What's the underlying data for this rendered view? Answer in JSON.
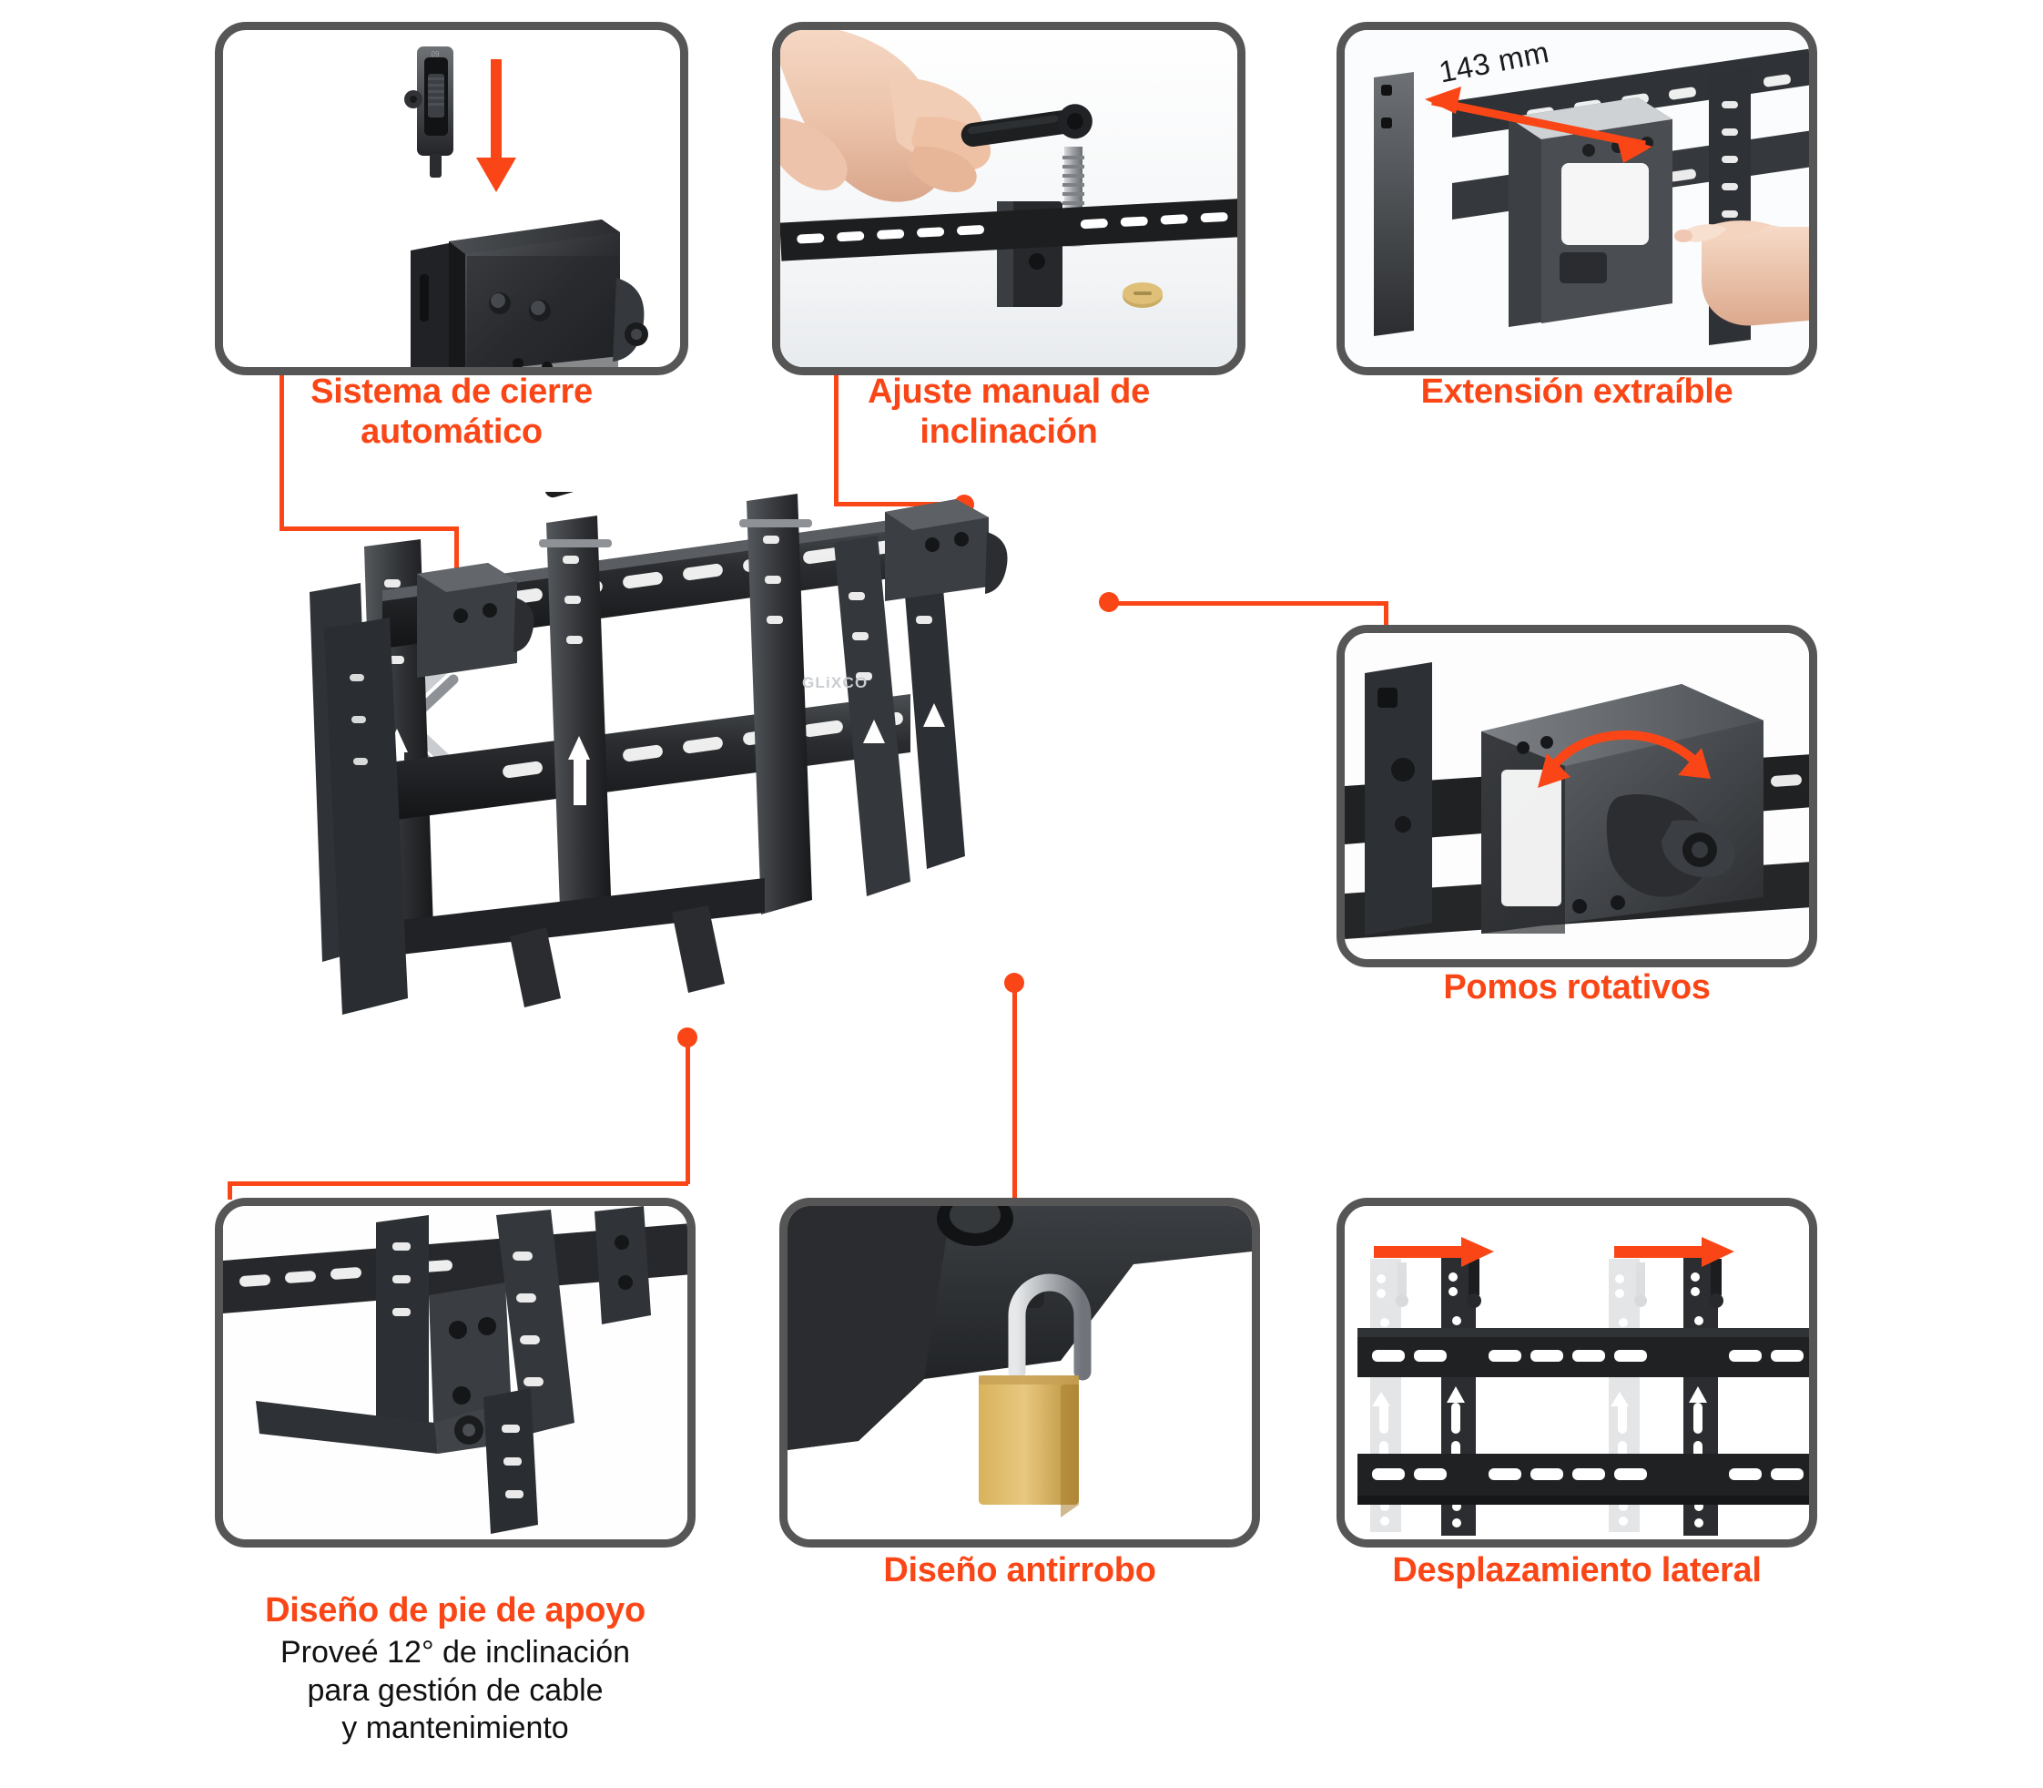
{
  "brand": "GLiXCO",
  "accent_color": "#FA4616",
  "frame_color": "#565656",
  "body_text_color": "#111111",
  "panels": [
    {
      "id": "auto-lock",
      "caption": "Sistema de cierre\nautomático",
      "subcaption": "",
      "art": "auto-lock-clip-and-bracket",
      "annotations": []
    },
    {
      "id": "manual-tilt",
      "caption": "Ajuste manual de\ninclinación",
      "subcaption": "",
      "art": "hand-turning-tilt-bolt",
      "annotations": []
    },
    {
      "id": "pullout-extension",
      "caption": "Extensión extraíble",
      "subcaption": "",
      "art": "pull-out-rail-with-finger",
      "annotations": [
        "143 mm"
      ]
    },
    {
      "id": "rotating-knobs",
      "caption": "Pomos rotativos",
      "subcaption": "",
      "art": "knob-with-rotation-arrow",
      "annotations": []
    },
    {
      "id": "support-foot",
      "caption": "Diseño de pie de apoyo",
      "subcaption": "Proveé 12° de inclinación\npara gestión de cable\ny mantenimiento",
      "art": "support-foot-closeup",
      "annotations": []
    },
    {
      "id": "anti-theft",
      "caption": "Diseño antirrobo",
      "subcaption": "",
      "art": "brass-padlock-on-bracket",
      "annotations": []
    },
    {
      "id": "lateral-shift",
      "caption": "Desplazamiento lateral",
      "subcaption": "",
      "art": "front-view-rails-sliding",
      "annotations": []
    }
  ],
  "dimension": {
    "value": "143 mm"
  },
  "center": {
    "alt": "Soporte de pared para videowall con brazos extraíbles",
    "logo": "GLiXCO"
  }
}
